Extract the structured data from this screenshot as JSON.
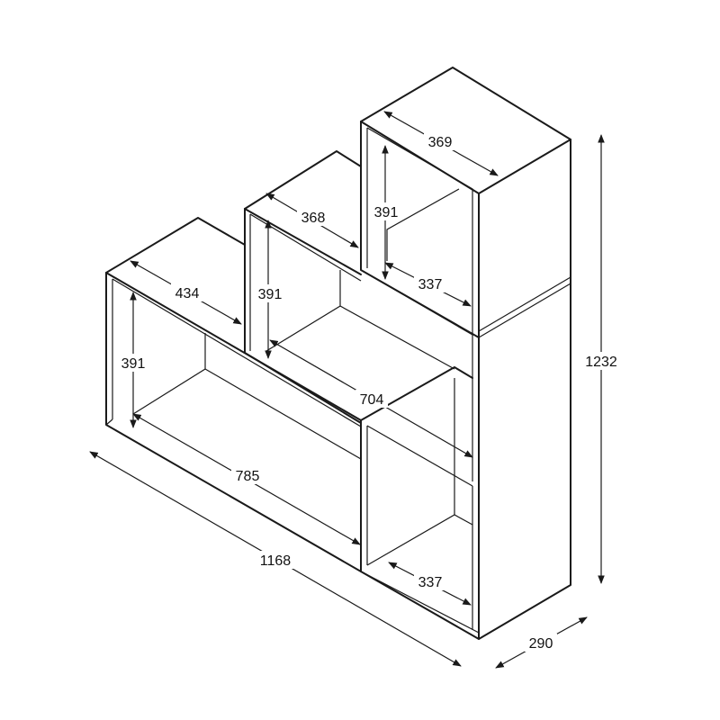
{
  "dimensions": {
    "top_cube_width": "369",
    "top_cube_height": "391",
    "top_cube_depth": "337",
    "mid_width": "368",
    "mid_height": "391",
    "left_depth": "434",
    "left_height": "391",
    "mid_span": "704",
    "bottom_span": "785",
    "overall_width": "1168",
    "overall_height": "1232",
    "overall_depth": "290",
    "lower_cube_depth": "337"
  },
  "colors": {
    "line": "#1a1a1a",
    "background": "#ffffff"
  }
}
